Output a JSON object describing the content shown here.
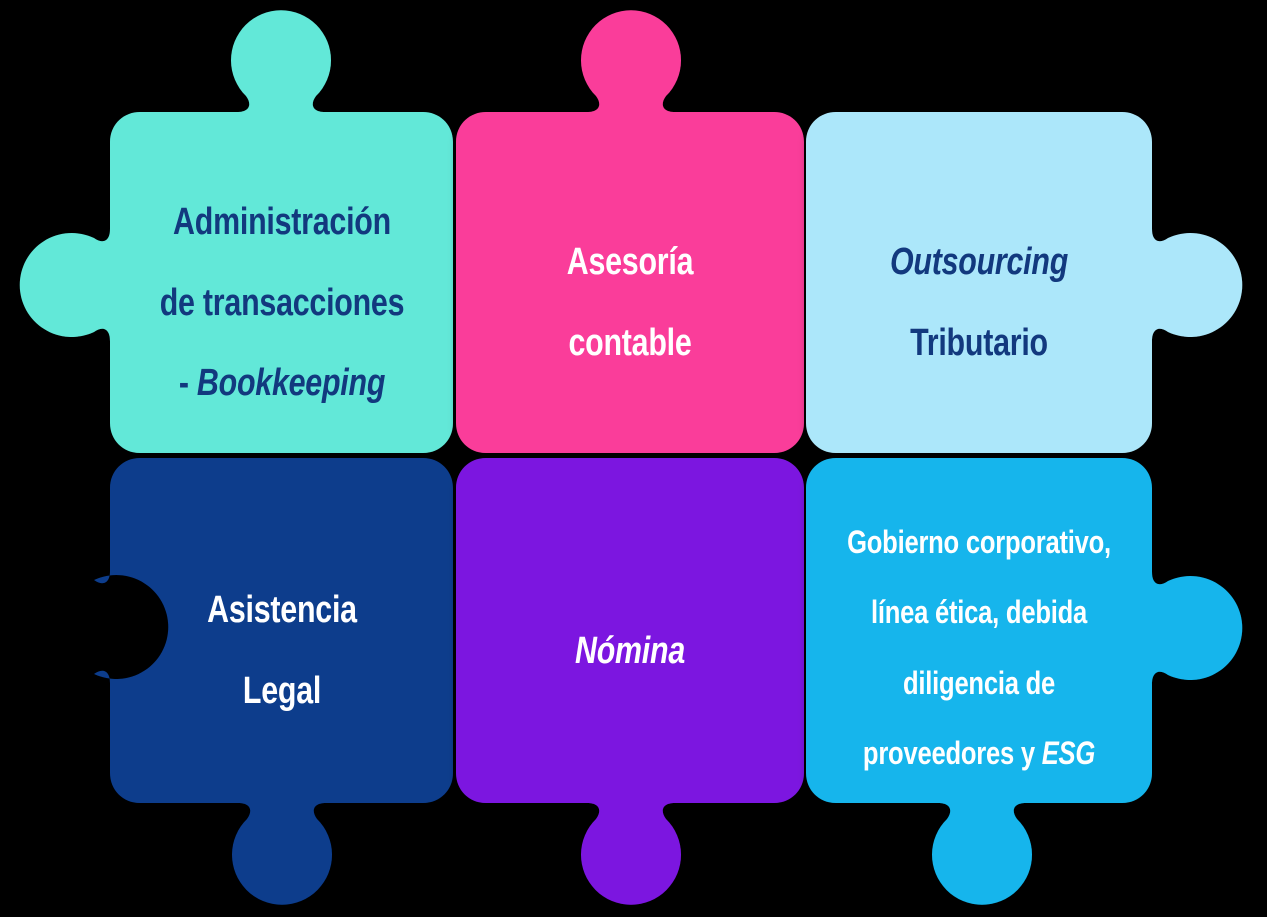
{
  "diagram": {
    "title": "Servicios - rompecabezas",
    "type": "puzzle-grid",
    "background_color": "#000000",
    "columns": 3,
    "rows": 2
  },
  "pieces": [
    {
      "id": "bookkeeping",
      "name": "administracion-de-transacciones",
      "row": 1,
      "column": 1,
      "fill_color": "#62E8D8",
      "text_color": "#12397E",
      "lines": [
        {
          "text": "Administración",
          "style": "normal"
        },
        {
          "text": "de transacciones",
          "style": "normal"
        },
        {
          "text": "- ",
          "style": "normal"
        },
        {
          "text": "Bookkeeping",
          "style": "italic"
        }
      ],
      "plain_text": "Administración de transacciones - Bookkeeping"
    },
    {
      "id": "contable",
      "name": "asesoria-contable",
      "row": 1,
      "column": 2,
      "fill_color": "#FA3D9A",
      "text_color": "#FFFFFF",
      "lines": [
        {
          "text": "Asesoría",
          "style": "normal"
        },
        {
          "text": "contable",
          "style": "normal"
        }
      ],
      "plain_text": "Asesoría contable"
    },
    {
      "id": "tributario",
      "name": "outsourcing-tributario",
      "row": 1,
      "column": 3,
      "fill_color": "#ACE7FA",
      "text_color": "#12397E",
      "lines": [
        {
          "text": "Outsourcing",
          "style": "italic"
        },
        {
          "text": "Tributario",
          "style": "normal"
        }
      ],
      "plain_text": "Outsourcing Tributario"
    },
    {
      "id": "legal",
      "name": "asistencia-legal",
      "row": 2,
      "column": 1,
      "fill_color": "#0A3C8C",
      "text_color": "#FFFFFF",
      "lines": [
        {
          "text": "Asistencia",
          "style": "normal"
        },
        {
          "text": "Legal",
          "style": "normal"
        }
      ],
      "plain_text": "Asistencia Legal"
    },
    {
      "id": "nomina",
      "name": "nomina",
      "row": 2,
      "column": 2,
      "fill_color": "#7B18E0",
      "text_color": "#FFFFFF",
      "lines": [
        {
          "text": "Nómina",
          "style": "italic"
        }
      ],
      "plain_text": "Nómina"
    },
    {
      "id": "gobierno",
      "name": "gobierno-corporativo",
      "row": 2,
      "column": 3,
      "fill_color": "#12B5EC",
      "text_color": "#FFFFFF",
      "lines": [
        {
          "text": "Gobierno corporativo,",
          "style": "normal"
        },
        {
          "text": "línea ética, debida",
          "style": "normal"
        },
        {
          "text": "diligencia de",
          "style": "normal"
        },
        {
          "text": "proveedores y ",
          "style": "normal"
        },
        {
          "text": "ESG",
          "style": "italic"
        }
      ],
      "plain_text": "Gobierno corporativo, línea ética, debida diligencia de proveedores y ESG"
    }
  ],
  "labels": {
    "bookkeeping": {
      "line1": "Administración",
      "line2": "de transacciones",
      "line3_prefix": "- ",
      "line3_italic": "Bookkeeping"
    },
    "contable": {
      "line1": "Asesoría",
      "line2": "contable"
    },
    "tributario": {
      "line1_italic": "Outsourcing",
      "line2": "Tributario"
    },
    "legal": {
      "line1": "Asistencia",
      "line2": "Legal"
    },
    "nomina": {
      "line1_italic": "Nómina"
    },
    "gobierno": {
      "line1": "Gobierno corporativo,",
      "line2": "línea ética, debida",
      "line3": "diligencia de",
      "line4_prefix": "proveedores y ",
      "line4_italic": "ESG"
    }
  },
  "colors": {
    "teal": "#62E8D8",
    "pink": "#FA3D9A",
    "light_blue": "#ACE7FA",
    "navy": "#0A3C8C",
    "purple": "#7B18E0",
    "cyan": "#12B5EC",
    "text_navy": "#12397E",
    "text_white": "#FFFFFF",
    "background": "#000000"
  }
}
